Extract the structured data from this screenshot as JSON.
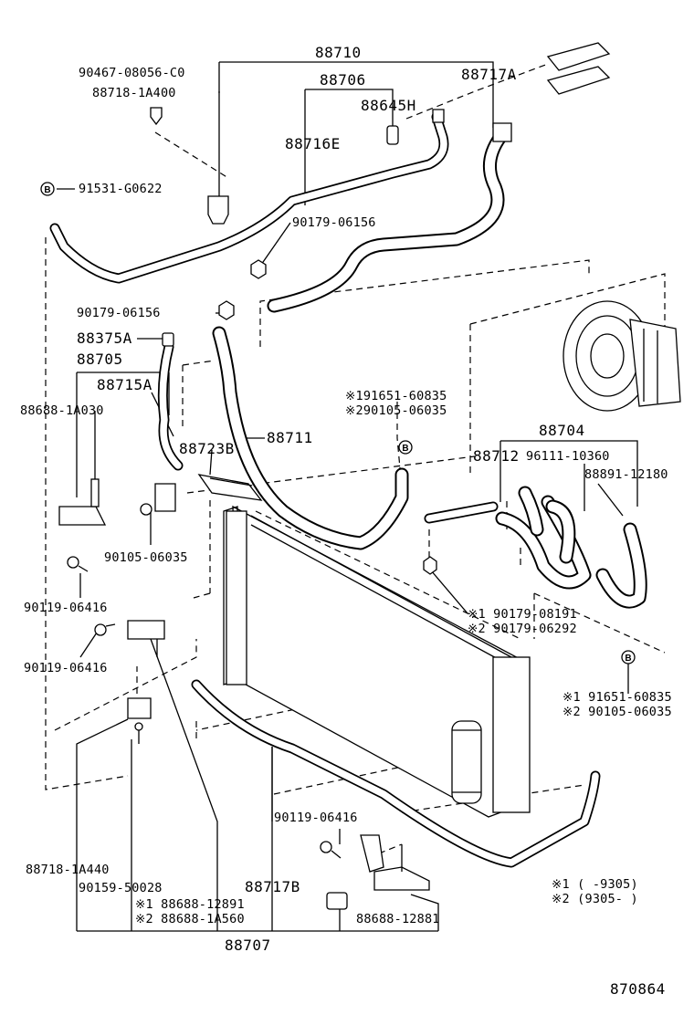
{
  "labels": {
    "p88710": "88710",
    "p88706": "88706",
    "p88717A": "88717A",
    "p90467": "90467-08056-C0",
    "p88718_1A400": "88718-1A400",
    "p88645H": "88645H",
    "p88716E": "88716E",
    "p91531": "91531-G0622",
    "p90179_a": "90179-06156",
    "p90179_b": "90179-06156",
    "p88375A": "88375A",
    "p88705": "88705",
    "p88715A": "88715A",
    "p88688_1A030": "88688-1A030",
    "p88723B": "88723B",
    "p88711": "88711",
    "p191651": "※191651-60835",
    "p290105": "※290105-06035",
    "p88704": "88704",
    "p88712": "88712",
    "p96111": "96111-10360",
    "p88891": "88891-12180",
    "p90105": "90105-06035",
    "p90119_a": "90119-06416",
    "p90179_1": "※1 90179-08191",
    "p90179_2": "※2 90179-06292",
    "p90119_b": "90119-06416",
    "p91651_1": "※1  91651-60835",
    "p90105_2": "※2  90105-06035",
    "p90119_c": "90119-06416",
    "p88718_1A440": "88718-1A440",
    "p90159": "90159-50028",
    "p88688_12891": "※1  88688-12891",
    "p88688_1A560": "※2  88688-1A560",
    "p88717B": "88717B",
    "p88688_12881": "88688-12881",
    "p88707": "88707",
    "note1": "※1  (       -9305)",
    "note2": "※2  (9305-       )",
    "fig": "870864"
  },
  "badges": {
    "b_left": "B",
    "b_mid": "B",
    "b_right": "B"
  }
}
